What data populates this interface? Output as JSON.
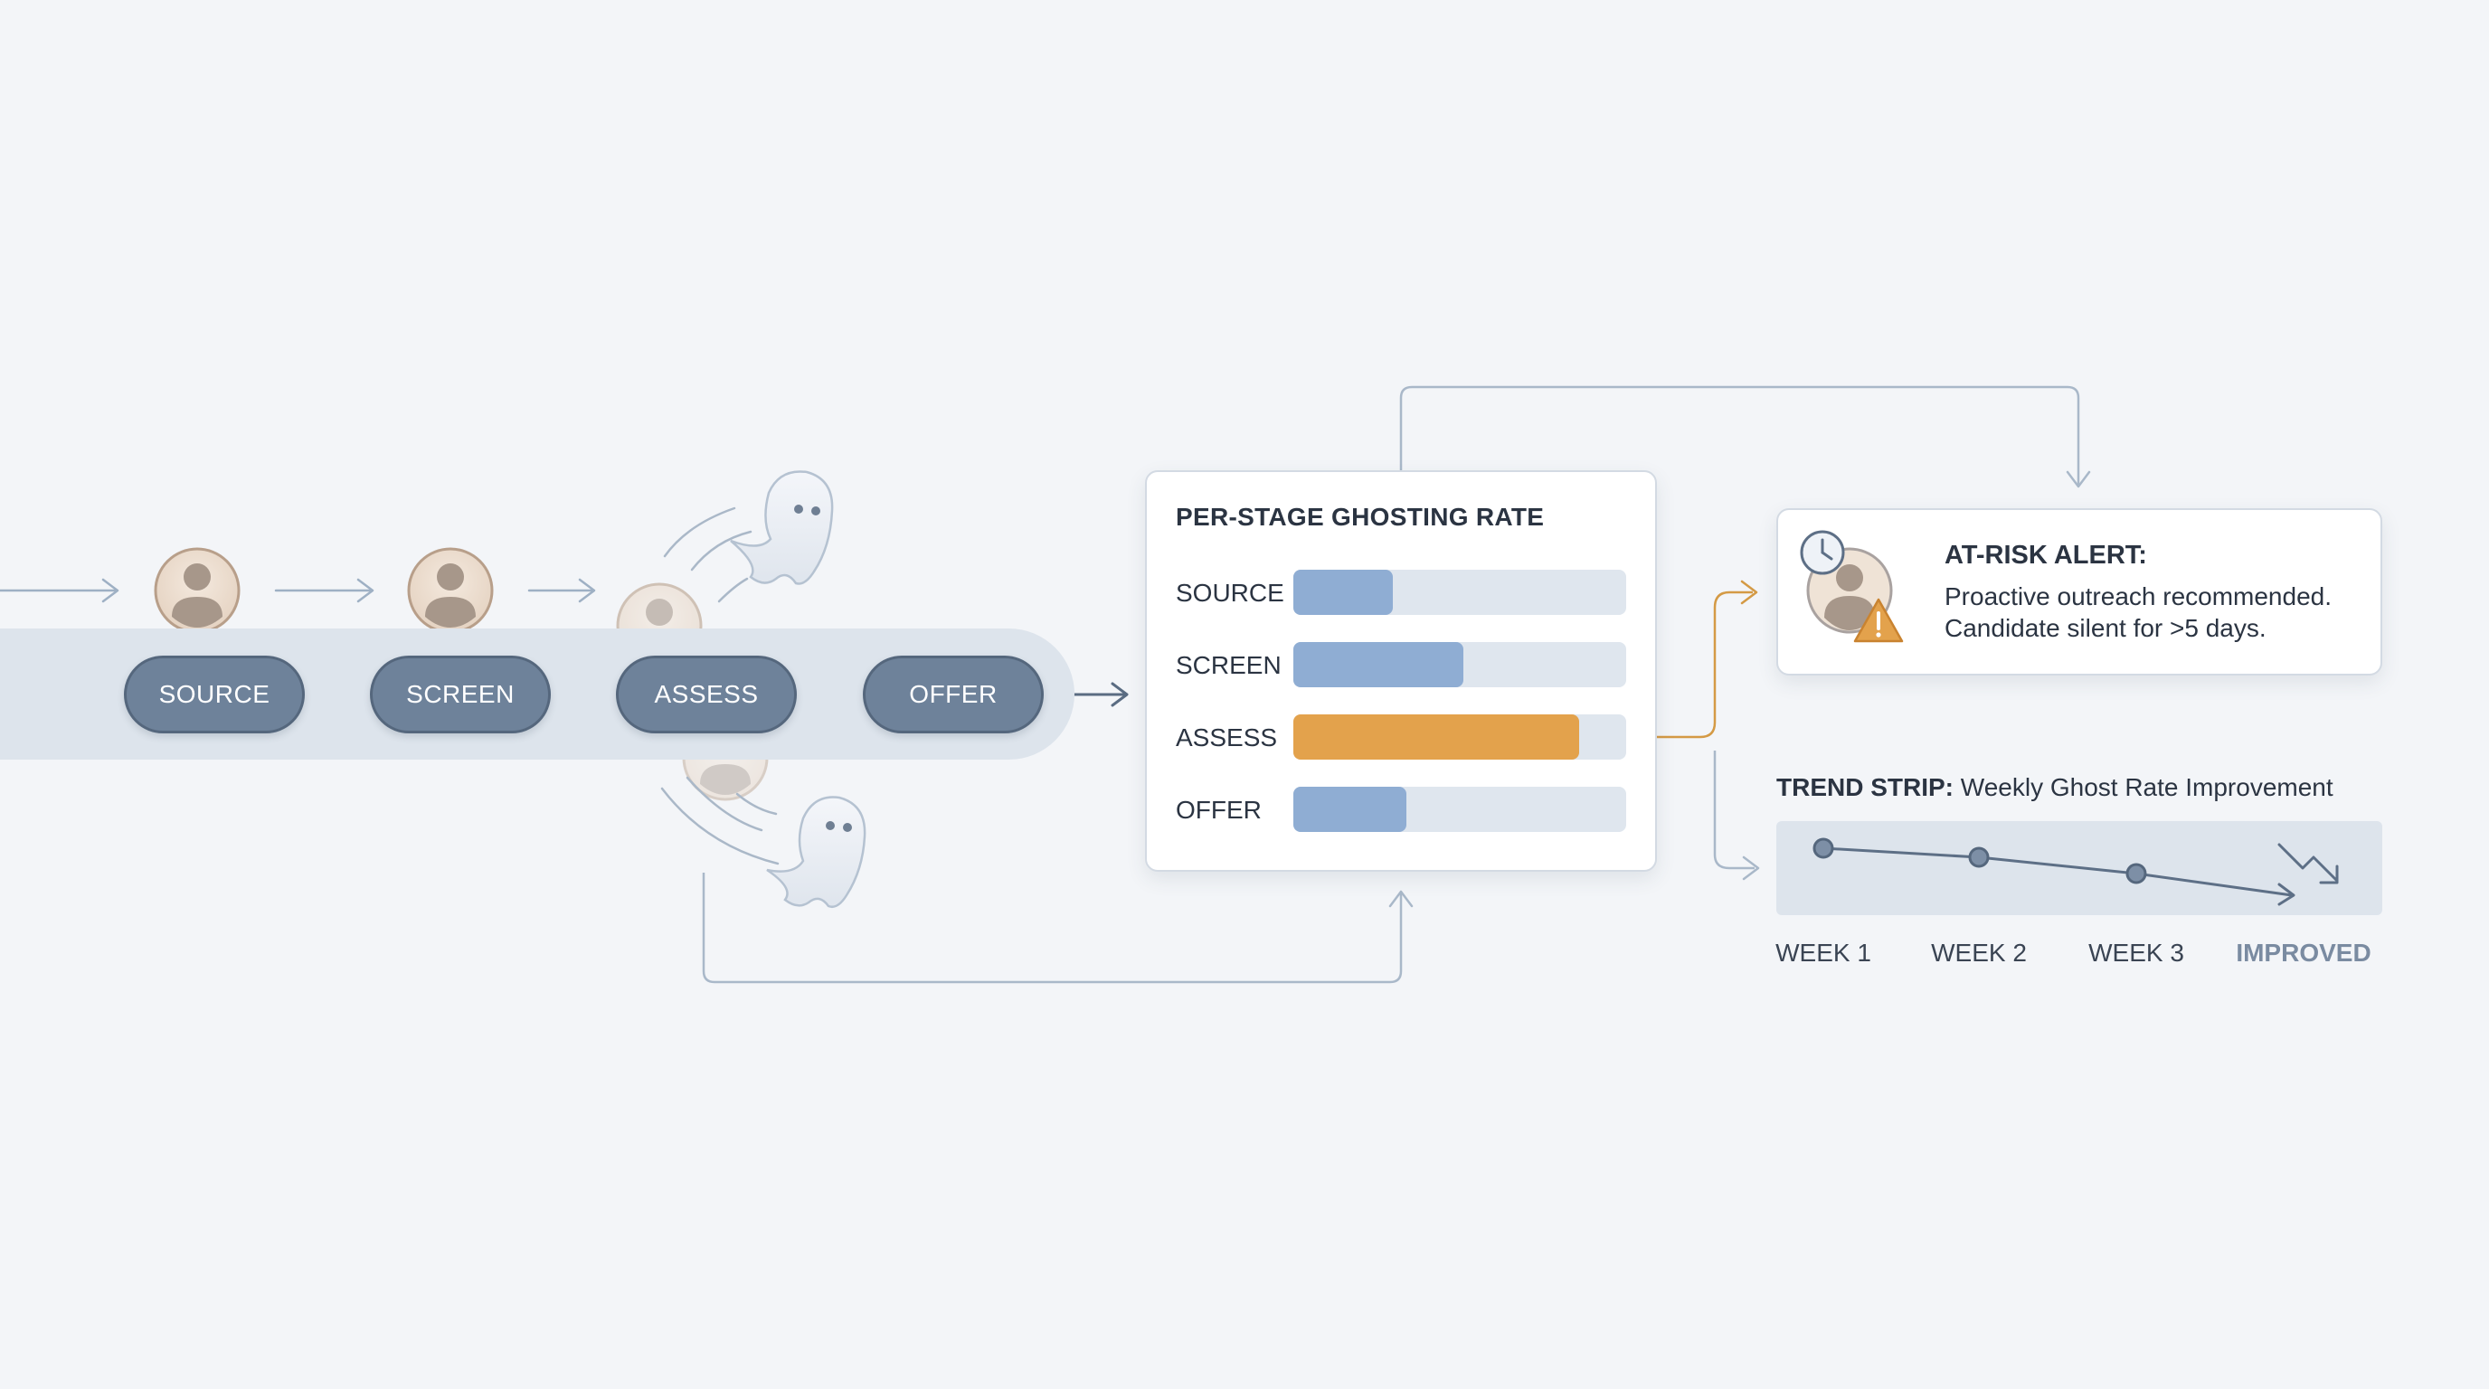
{
  "pipeline": {
    "stages": [
      {
        "id": "source",
        "label": "SOURCE"
      },
      {
        "id": "screen",
        "label": "SCREEN"
      },
      {
        "id": "assess",
        "label": "ASSESS"
      },
      {
        "id": "offer",
        "label": "OFFER"
      }
    ]
  },
  "ghosting_panel": {
    "title": "PER-STAGE GHOSTING RATE",
    "rows": [
      {
        "label": "SOURCE",
        "rate": 0.3,
        "color": "#8fadd3"
      },
      {
        "label": "SCREEN",
        "rate": 0.51,
        "color": "#8fadd3"
      },
      {
        "label": "ASSESS",
        "rate": 0.86,
        "color": "#e3a24c"
      },
      {
        "label": "OFFER",
        "rate": 0.34,
        "color": "#8fadd3"
      }
    ]
  },
  "alert": {
    "title": "AT-RISK ALERT:",
    "line1": "Proactive outreach recommended.",
    "line2": "Candidate silent for >5 days.",
    "icons": [
      "clock-icon",
      "user-avatar-icon",
      "warning-icon"
    ]
  },
  "trend": {
    "title_bold": "TREND STRIP:",
    "title_rest": "Weekly Ghost Rate Improvement",
    "weeks": [
      "WEEK 1",
      "WEEK 2",
      "WEEK 3",
      "IMPROVED"
    ],
    "trend_direction": "down"
  },
  "colors": {
    "background": "#f3f5f8",
    "stage_fill": "#6e829a",
    "bar_default": "#8fadd3",
    "bar_highlight": "#e3a24c",
    "connector": "#a9b8c9",
    "alert_connector": "#d49a45",
    "warning": "#e3a24c"
  }
}
